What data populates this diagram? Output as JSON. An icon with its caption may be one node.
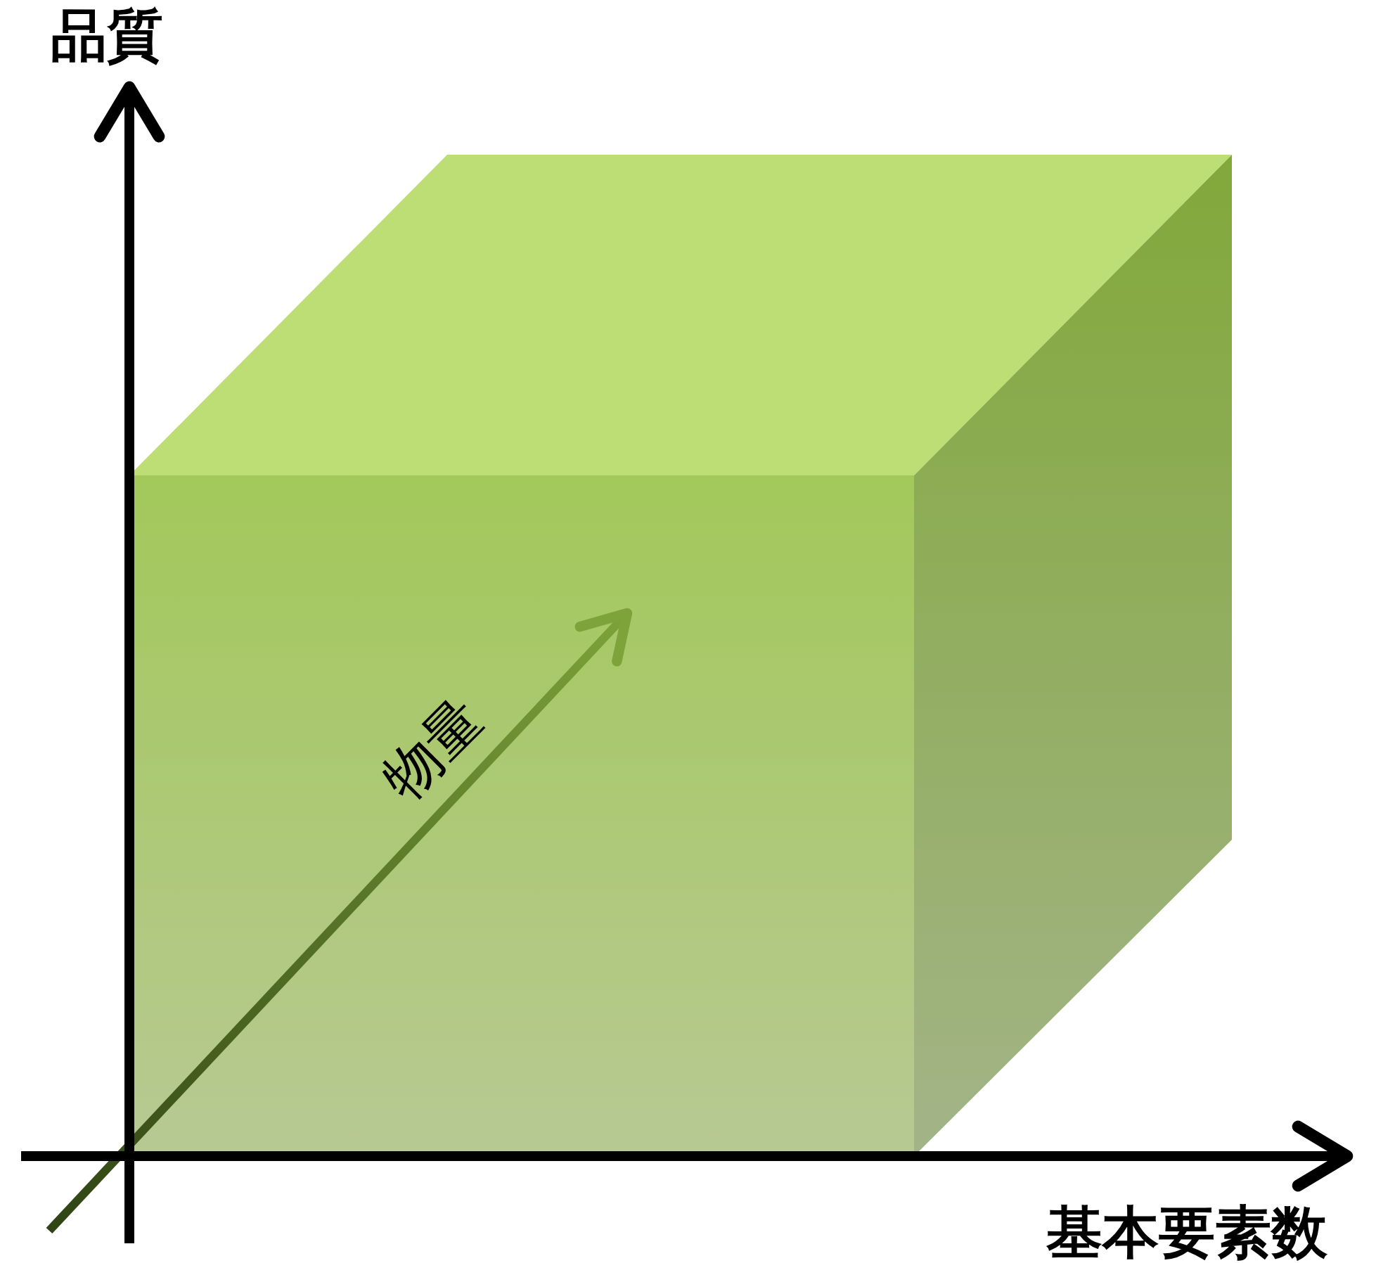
{
  "diagram": {
    "labels": [
      "品質",
      "物量",
      "基本要素数"
    ]
  }
}
